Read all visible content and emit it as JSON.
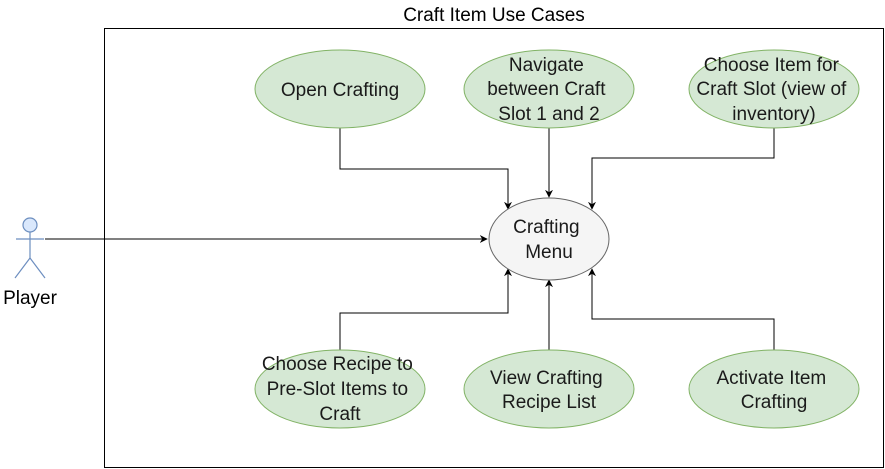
{
  "diagram": {
    "title": "Craft Item Use Cases",
    "actor": {
      "label": "Player",
      "colors": {
        "fill": "#dae8fc",
        "stroke": "#6c8ebf"
      }
    },
    "central": {
      "lines": [
        "Crafting",
        "Menu"
      ],
      "colors": {
        "fill": "#f5f5f5",
        "stroke": "#666666"
      }
    },
    "use_cases": [
      {
        "id": "open-crafting",
        "lines": [
          "Open Crafting"
        ]
      },
      {
        "id": "navigate-craft-slots",
        "lines": [
          "Navigate",
          "between Craft",
          "Slot 1 and 2"
        ]
      },
      {
        "id": "choose-item-for-craft-slot",
        "lines": [
          "Choose Item for",
          "Craft Slot (view of",
          "inventory)"
        ]
      },
      {
        "id": "choose-recipe-preslot",
        "lines": [
          "Choose Recipe to",
          "Pre-Slot Items to",
          "Craft"
        ]
      },
      {
        "id": "view-crafting-recipe-list",
        "lines": [
          "View Crafting",
          "Recipe List"
        ]
      },
      {
        "id": "activate-item-crafting",
        "lines": [
          "Activate Item",
          "Crafting"
        ]
      }
    ],
    "colors": {
      "use_case_fill": "#d5e8d4",
      "use_case_stroke": "#82b366",
      "line": "#000000",
      "boundary": "#000000"
    }
  }
}
